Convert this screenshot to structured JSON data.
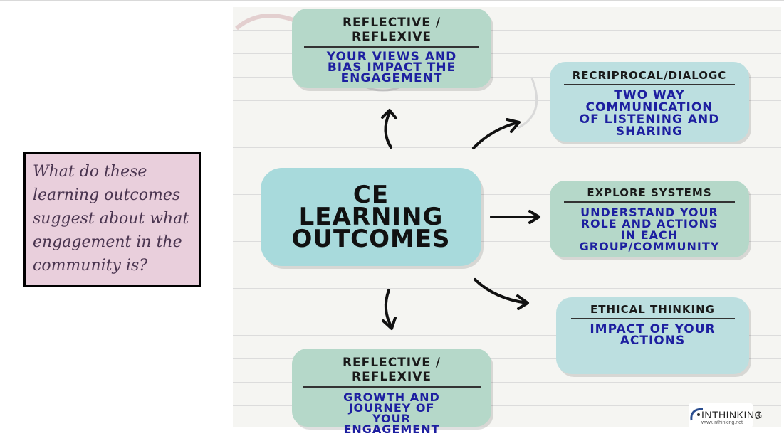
{
  "question": {
    "lines": [
      "What do these",
      "learning outcomes",
      "suggest about what",
      "engagement in the",
      "community is?"
    ]
  },
  "center": {
    "lines": [
      "CE",
      "LEARNING",
      "OUTCOMES"
    ]
  },
  "cards": {
    "top_left": {
      "title": "REFLECTIVE / REFLEXIVE",
      "body_lines": [
        "YOUR VIEWS AND",
        "BIAS IMPACT THE",
        "ENGAGEMENT"
      ]
    },
    "reciprocal": {
      "title": "RECRIPROCAL/DIALOGC",
      "body_lines": [
        "TWO WAY",
        "COMMUNICATION",
        "OF LISTENING AND",
        "SHARING"
      ]
    },
    "explore": {
      "title": "EXPLORE SYSTEMS",
      "body_lines": [
        "UNDERSTAND YOUR",
        "ROLE AND ACTIONS",
        "IN EACH",
        "GROUP/COMMUNITY"
      ]
    },
    "ethical": {
      "title": "ETHICAL THINKING",
      "body_lines": [
        "IMPACT OF YOUR",
        "ACTIONS"
      ]
    },
    "bottom_left": {
      "title": "REFLECTIVE / REFLEXIVE",
      "body_lines": [
        "GROWTH AND",
        "JOURNEY OF",
        "YOUR",
        "ENGAGEMENT"
      ]
    }
  },
  "logo": {
    "name": "INTHINKING",
    "url": "www.inthinking.net"
  },
  "page_number": "3",
  "colors": {
    "question_bg": "#e9cfdc",
    "card_green": "#b5d8c9",
    "card_blue": "#bcdfe0",
    "center_bg": "#a8dadc",
    "body_text": "#1d1fa0"
  }
}
